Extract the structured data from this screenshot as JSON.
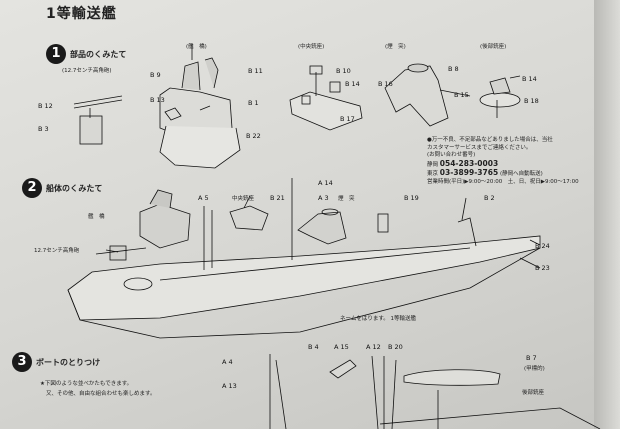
{
  "title": "1等輸送艦",
  "step1": {
    "number": "1",
    "heading": "部品のくみたて",
    "groups": {
      "bridge": "(艦　橋)",
      "center": "(中央銃座)",
      "stack": "(煙　突)",
      "rear": "(後部銃座)"
    },
    "gun_label": "(12.7センチ高角砲)",
    "parts": [
      "B 9",
      "B 11",
      "B 13",
      "B 1",
      "B 22",
      "B 10",
      "B 14",
      "B 17",
      "B 8",
      "B 16",
      "B 15",
      "B 14",
      "B 18",
      "B 12",
      "B 3"
    ]
  },
  "notice": {
    "line1": "●万一不良、不足部品などありました場合は、当社",
    "line2": "カスタマーサービスまでご連絡ください。",
    "line3": "(お問い合わせ番号)",
    "shizuoka": "静岡",
    "phone1": "054-283-0003",
    "tokyo": "東京",
    "phone2": "03-3899-3765",
    "tokyo_note": "(静岡へ自動転送)",
    "hours": "営業時間(平日)▶9:00〜20:00　土、日、祝日▶9:00〜17:00"
  },
  "step2": {
    "number": "2",
    "heading": "船体のくみたて",
    "labels": {
      "bridge": "艦　橋",
      "center": "中央銃座",
      "stack": "煙　突",
      "gun": "12.7センチ高角砲"
    },
    "parts": [
      "A 14",
      "A 5",
      "B 21",
      "A 3",
      "B 19",
      "B 2",
      "B 24",
      "B 23"
    ],
    "name_note": "ネームをはります。 1等輸送艦"
  },
  "step3": {
    "number": "3",
    "heading": "ボートのとりつけ",
    "note1": "★下図のような並べかたもできます。",
    "note2": "又、その他、自由な組合わせも楽しめます。",
    "parts": [
      "A 4",
      "A 13",
      "B 4",
      "A 15",
      "A 12",
      "B 20",
      "B 7"
    ],
    "b7_note": "(甲標的)",
    "rear_label": "後部銃座"
  }
}
